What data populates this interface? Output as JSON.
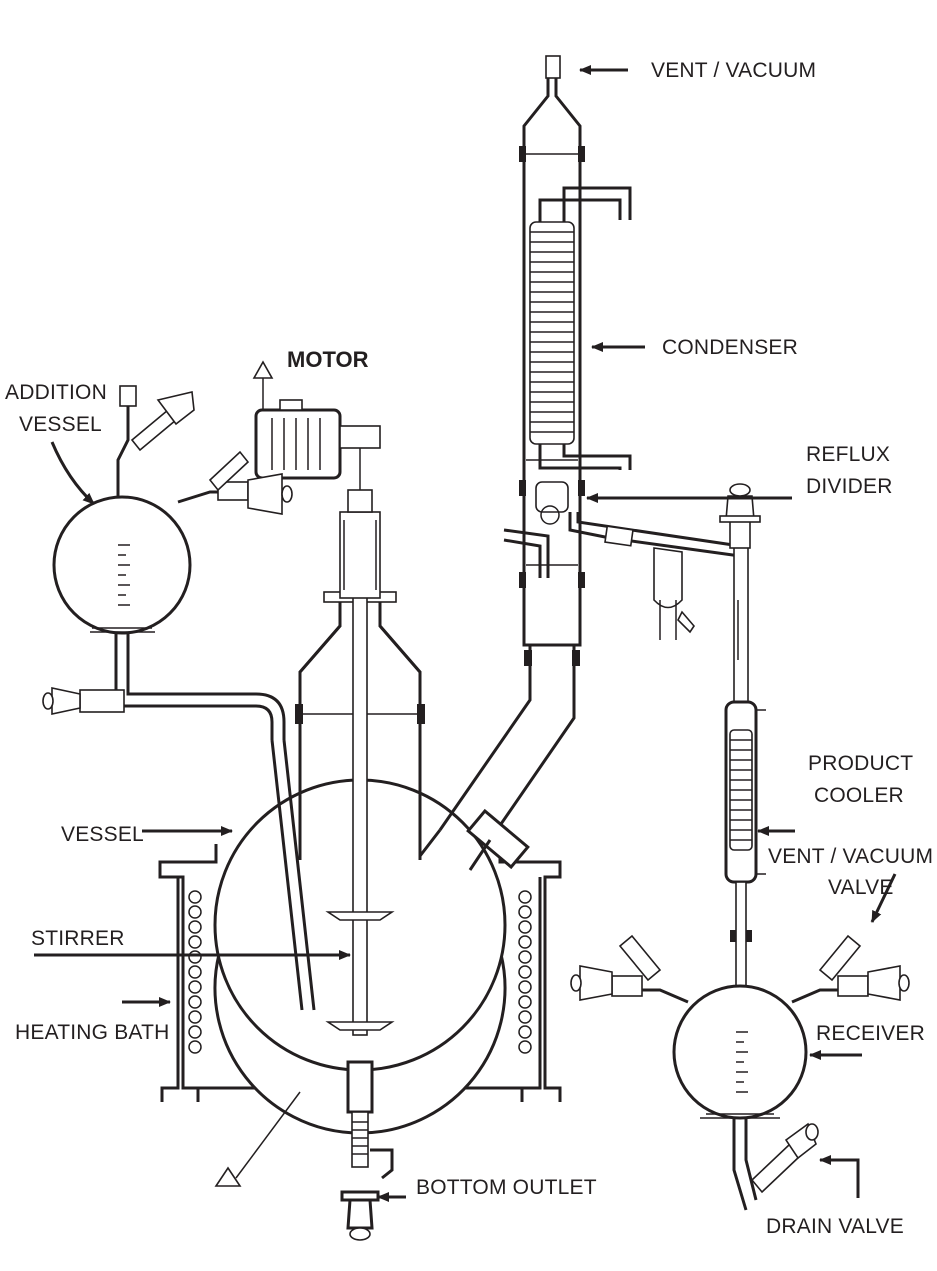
{
  "diagram": {
    "labels": {
      "vent_vacuum_top": "VENT / VACUUM",
      "condenser": "CONDENSER",
      "reflux_divider_line1": "REFLUX",
      "reflux_divider_line2": "DIVIDER",
      "motor": "MOTOR",
      "addition_vessel_line1": "ADDITION",
      "addition_vessel_line2": "VESSEL",
      "product_cooler_line1": "PRODUCT",
      "product_cooler_line2": "COOLER",
      "vent_vacuum_valve_line1": "VENT / VACUUM",
      "vent_vacuum_valve_line2": "VALVE",
      "vessel": "VESSEL",
      "stirrer": "STIRRER",
      "heating_bath": "HEATING BATH",
      "receiver": "RECEIVER",
      "bottom_outlet": "BOTTOM OUTLET",
      "drain_valve": "DRAIN VALVE"
    },
    "colors": {
      "line": "#231f20",
      "background": "#ffffff"
    }
  }
}
